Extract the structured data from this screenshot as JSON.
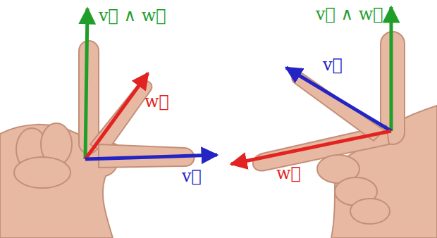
{
  "diagram": {
    "labels": [
      "v⃗ ∧ w⃗",
      "w⃗",
      "v⃗",
      "v⃗ ∧ w⃗",
      "v⃗",
      "w⃗"
    ]
  }
}
